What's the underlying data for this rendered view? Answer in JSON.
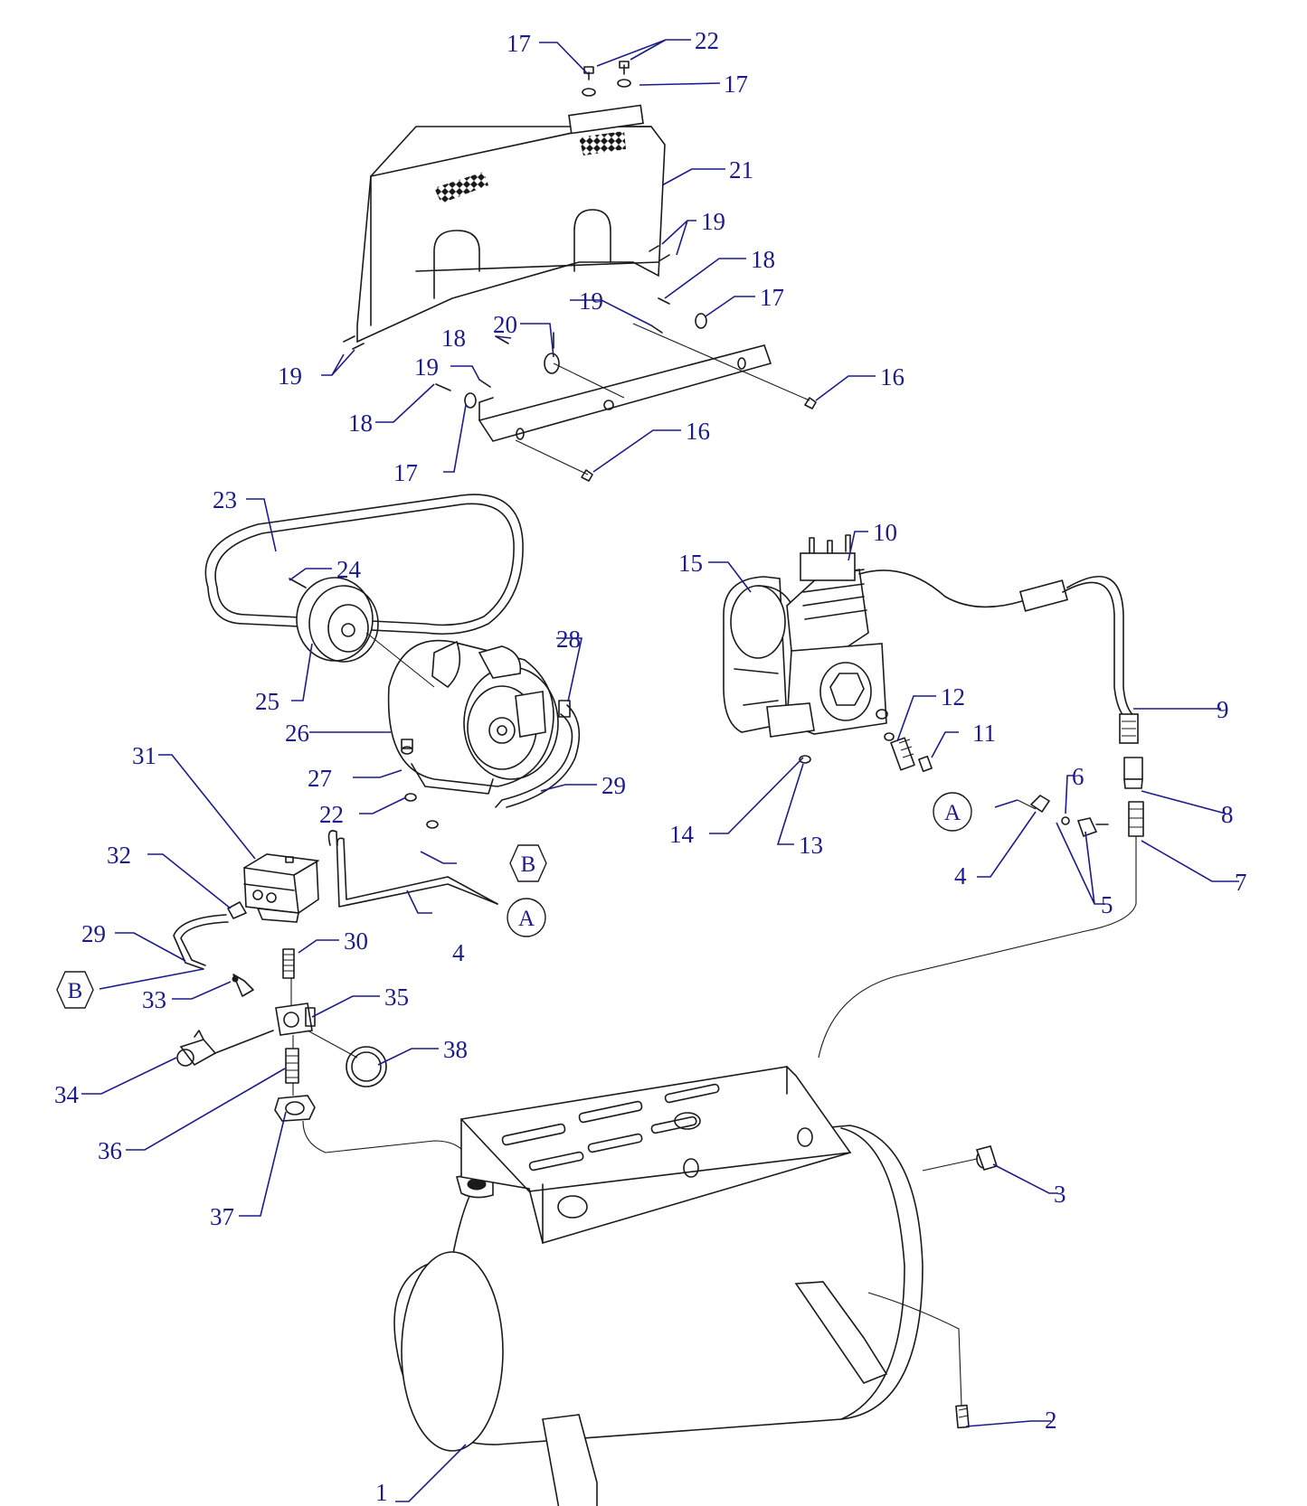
{
  "colors": {
    "label": "#1b1b8a",
    "line": "#1a1a1a",
    "background": "#ffffff"
  },
  "callouts": [
    {
      "id": "c1",
      "text": "1"
    },
    {
      "id": "c2",
      "text": "2"
    },
    {
      "id": "c3",
      "text": "3"
    },
    {
      "id": "c4a",
      "text": "4"
    },
    {
      "id": "c4b",
      "text": "4"
    },
    {
      "id": "c5",
      "text": "5"
    },
    {
      "id": "c6",
      "text": "6"
    },
    {
      "id": "c7",
      "text": "7"
    },
    {
      "id": "c8",
      "text": "8"
    },
    {
      "id": "c9",
      "text": "9"
    },
    {
      "id": "c10",
      "text": "10"
    },
    {
      "id": "c11",
      "text": "11"
    },
    {
      "id": "c12",
      "text": "12"
    },
    {
      "id": "c13",
      "text": "13"
    },
    {
      "id": "c14",
      "text": "14"
    },
    {
      "id": "c15",
      "text": "15"
    },
    {
      "id": "c16a",
      "text": "16"
    },
    {
      "id": "c16b",
      "text": "16"
    },
    {
      "id": "c17a",
      "text": "17"
    },
    {
      "id": "c17b",
      "text": "17"
    },
    {
      "id": "c17c",
      "text": "17"
    },
    {
      "id": "c17d",
      "text": "17"
    },
    {
      "id": "c18a",
      "text": "18"
    },
    {
      "id": "c18b",
      "text": "18"
    },
    {
      "id": "c18c",
      "text": "18"
    },
    {
      "id": "c19a",
      "text": "19"
    },
    {
      "id": "c19b",
      "text": "19"
    },
    {
      "id": "c19c",
      "text": "19"
    },
    {
      "id": "c19d",
      "text": "19"
    },
    {
      "id": "c20",
      "text": "20"
    },
    {
      "id": "c21",
      "text": "21"
    },
    {
      "id": "c22a",
      "text": "22"
    },
    {
      "id": "c22b",
      "text": "22"
    },
    {
      "id": "c23",
      "text": "23"
    },
    {
      "id": "c24",
      "text": "24"
    },
    {
      "id": "c25",
      "text": "25"
    },
    {
      "id": "c26",
      "text": "26"
    },
    {
      "id": "c27",
      "text": "27"
    },
    {
      "id": "c28",
      "text": "28"
    },
    {
      "id": "c29a",
      "text": "29"
    },
    {
      "id": "c29b",
      "text": "29"
    },
    {
      "id": "c30",
      "text": "30"
    },
    {
      "id": "c31",
      "text": "31"
    },
    {
      "id": "c32",
      "text": "32"
    },
    {
      "id": "c33",
      "text": "33"
    },
    {
      "id": "c34",
      "text": "34"
    },
    {
      "id": "c35",
      "text": "35"
    },
    {
      "id": "c36",
      "text": "36"
    },
    {
      "id": "c37",
      "text": "37"
    },
    {
      "id": "c38",
      "text": "38"
    }
  ],
  "references": [
    {
      "id": "refA1",
      "letter": "A"
    },
    {
      "id": "refA2",
      "letter": "A"
    },
    {
      "id": "refB1",
      "letter": "B"
    },
    {
      "id": "refB2",
      "letter": "B"
    }
  ]
}
